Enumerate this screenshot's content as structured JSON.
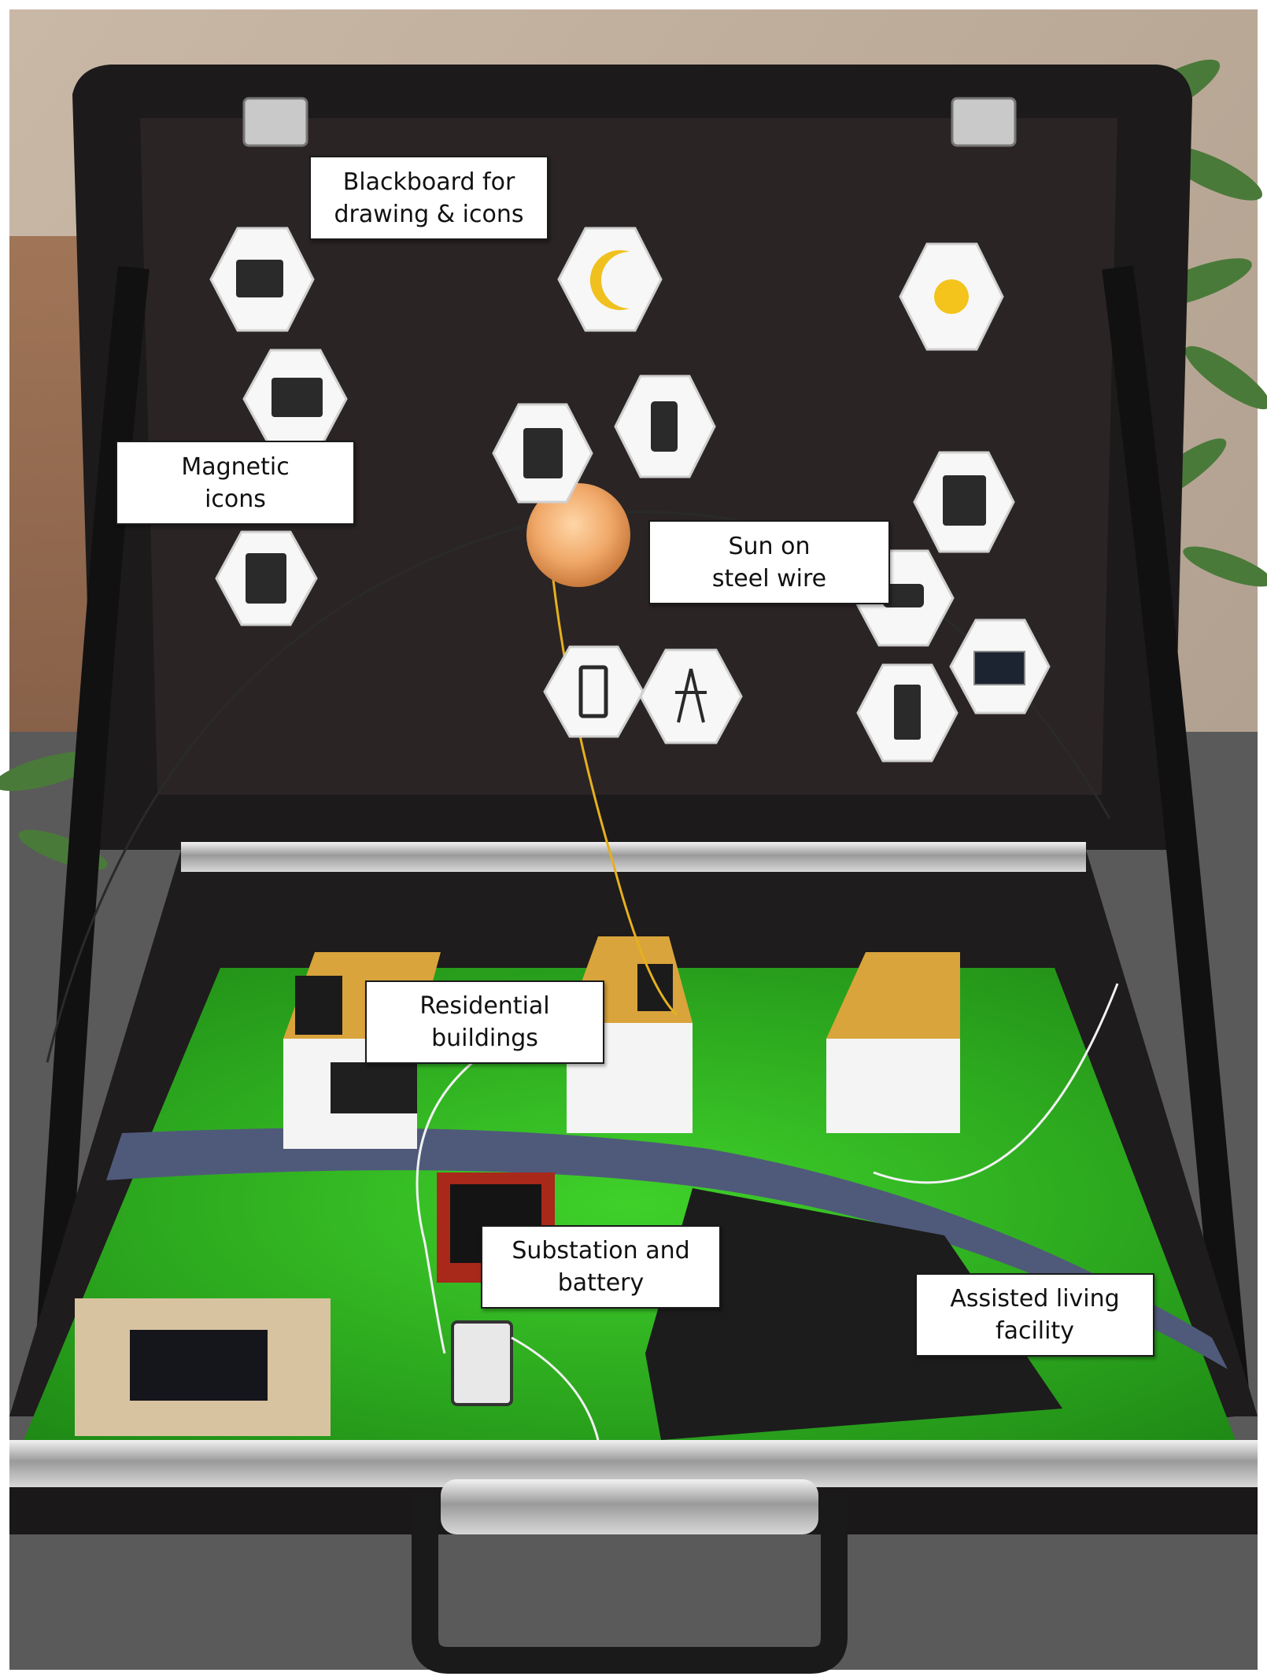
{
  "photo": {
    "subject": "open suitcase energy demonstrator",
    "colors": {
      "wall": "#b9a896",
      "blackboard": "#2b2424",
      "case_shell": "#1c1a1a",
      "grass": "#35c21e",
      "road": "#4f5a7a",
      "roof_wood": "#d9a43b",
      "asphalt": "#5c5c5c",
      "sun_ball": "#f0a868"
    },
    "icons": [
      "toaster-icon",
      "moon-icon",
      "sun-icon",
      "induction-hob-icon",
      "washing-machine-icon",
      "smartphone-icon",
      "oven-icon",
      "dryer-icon",
      "electric-car-icon",
      "battery-icon",
      "power-pylon-icon",
      "battery-full-icon",
      "solar-panel-icon"
    ]
  },
  "labels": {
    "blackboard": [
      "Blackboard for",
      "drawing & icons"
    ],
    "magnetic": [
      "Magnetic",
      "icons"
    ],
    "sun": [
      "Sun on",
      "steel wire"
    ],
    "residential": [
      "Residential",
      "buildings"
    ],
    "substation": [
      "Substation and",
      "battery"
    ],
    "assisted": [
      "Assisted living",
      "facility"
    ]
  }
}
